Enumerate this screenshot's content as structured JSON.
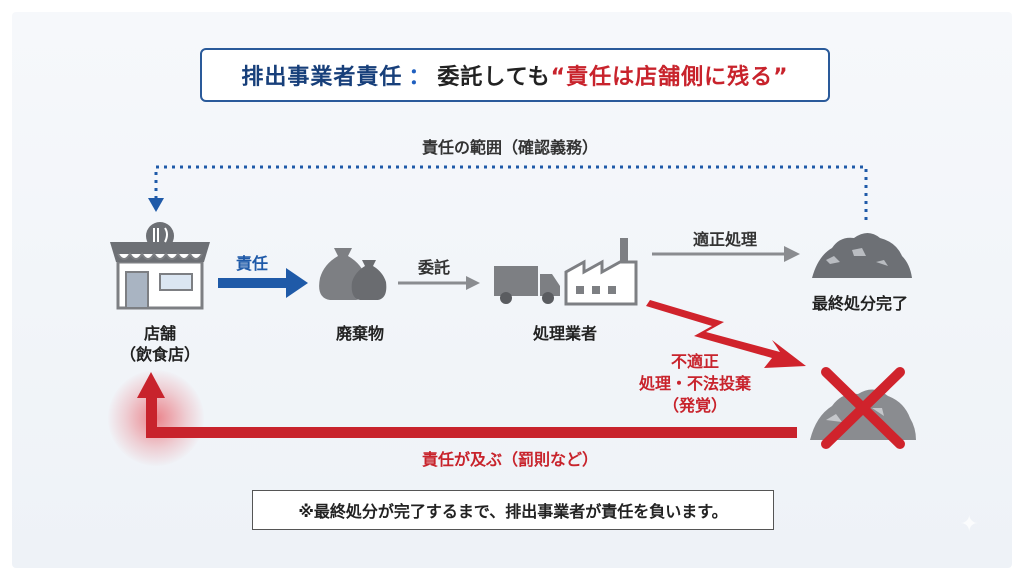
{
  "title": {
    "part1": "排出事業者責任",
    "colon": "：",
    "part2": "委託しても",
    "part3": "“責任は店舗側に残る”"
  },
  "scope_label": "責任の範囲（確認義務）",
  "nodes": {
    "store_line1": "店舗",
    "store_line2": "（飲食店）",
    "waste": "廃棄物",
    "processor": "処理業者",
    "final": "最終処分完了"
  },
  "arrows": {
    "responsibility": "責任",
    "entrust": "委託",
    "proper": "適正処理",
    "improper_line1": "不適正",
    "improper_line2": "処理・不法投棄",
    "improper_line3": "（発覚）",
    "liability": "責任が及ぶ（罰則など）"
  },
  "note": "※最終処分が完了するまで、排出事業者が責任を負います。",
  "colors": {
    "navy": "#173f7a",
    "blue": "#1f5aa8",
    "red": "#c8232c",
    "gray_icon": "#7d7f83",
    "arrow_gray": "#8a8c90"
  },
  "icons": [
    "store-icon",
    "garbage-bag-icon",
    "truck-icon",
    "factory-icon",
    "landfill-icon",
    "cross-icon"
  ]
}
